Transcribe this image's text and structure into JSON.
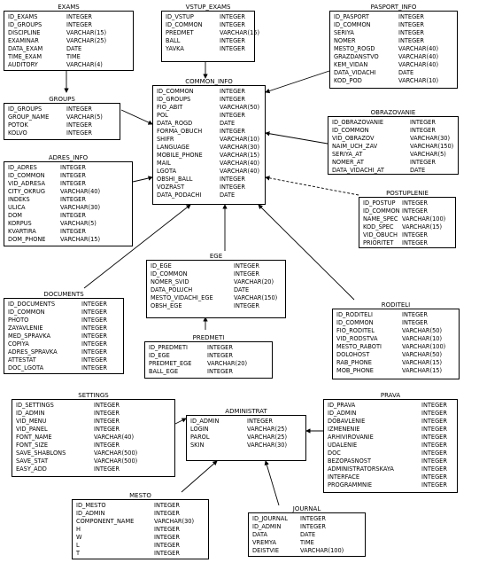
{
  "entities": [
    {
      "id": "exams",
      "title": "EXAMS",
      "fields": [
        [
          "ID_EXAMS",
          "INTEGER"
        ],
        [
          "ID_GROUPS",
          "INTEGER"
        ],
        [
          "DISCIPLINE",
          "VARCHAR(15)"
        ],
        [
          "EXAMINAR",
          "VARCHAR(25)"
        ],
        [
          "DATA_EXAM",
          "DATE"
        ],
        [
          "TIME_EXAM",
          "TIME"
        ],
        [
          "AUDITORY",
          "VARCHAR(4)"
        ]
      ]
    },
    {
      "id": "vstup_exams",
      "title": "VSTUP_EXAMS",
      "fields": [
        [
          "ID_VSTUP",
          "INTEGER"
        ],
        [
          "ID_COMMON",
          "INTEGER"
        ],
        [
          "PREDMET",
          "VARCHAR(15)"
        ],
        [
          "BALL",
          "INTEGER"
        ],
        [
          "YAVKA",
          "INTEGER"
        ]
      ]
    },
    {
      "id": "pasport_info",
      "title": "PASPORT_INFO",
      "fields": [
        [
          "ID_PASPORT",
          "INTEGER"
        ],
        [
          "ID_COMMON",
          "INTEGER"
        ],
        [
          "SERIYA",
          "INTEGER"
        ],
        [
          "NOMER",
          "INTEGER"
        ],
        [
          "MESTO_ROGD",
          "VARCHAR(40)"
        ],
        [
          "GRAZDANSTVO",
          "VARCHAR(40)"
        ],
        [
          "KEM_VIDAN",
          "VARCHAR(40)"
        ],
        [
          "DATA_VIDACHI",
          "DATE"
        ],
        [
          "KOD_POD",
          "VARCHAR(10)"
        ]
      ]
    },
    {
      "id": "groups",
      "title": "GROUPS",
      "fields": [
        [
          "ID_GROUPS",
          "INTEGER"
        ],
        [
          "GROUP_NAME",
          "VARCHAR(5)"
        ],
        [
          "POTOK",
          "INTEGER"
        ],
        [
          "KOLVO",
          "INTEGER"
        ]
      ]
    },
    {
      "id": "common_info",
      "title": "COMMON_INFO",
      "fields": [
        [
          "ID_COMMON",
          "INTEGER"
        ],
        [
          "ID_GROUPS",
          "INTEGER"
        ],
        [
          "FIO_ABIT",
          "VARCHAR(50)"
        ],
        [
          "POL",
          "INTEGER"
        ],
        [
          "DATA_ROGD",
          "DATE"
        ],
        [
          "FORMA_OBUCH",
          "INTEGER"
        ],
        [
          "SHIFR",
          "VARCHAR(10)"
        ],
        [
          "LANGUAGE",
          "VARCHAR(30)"
        ],
        [
          "MOBILE_PHONE",
          "VARCHAR(15)"
        ],
        [
          "MAIL",
          "VARCHAR(40)"
        ],
        [
          "LGOTA",
          "VARCHAR(40)"
        ],
        [
          "OBSHI_BALL",
          "INTEGER"
        ],
        [
          "VOZRAST",
          "INTEGER"
        ],
        [
          "DATA_PODACHI",
          "DATE"
        ]
      ]
    },
    {
      "id": "obrazovanie",
      "title": "OBRAZOVANIE",
      "fields": [
        [
          "ID_OBRAZOVANIE",
          "INTEGER"
        ],
        [
          "ID_COMMON",
          "INTEGER"
        ],
        [
          "VID_OBRAZOV",
          "VARCHAR(30)"
        ],
        [
          "NAIM_UCH_ZAV",
          "VARCHAR(150)"
        ],
        [
          "SERIYA_AT",
          "VARCHAR(5)"
        ],
        [
          "NOMER_AT",
          "INTEGER"
        ],
        [
          "DATA_VIDACHI_AT",
          "DATE"
        ]
      ]
    },
    {
      "id": "adres_info",
      "title": "ADRES_INFO",
      "fields": [
        [
          "ID_ADRES",
          "INTEGER"
        ],
        [
          "ID_COMMON",
          "INTEGER"
        ],
        [
          "VID_ADRESA",
          "INTEGER"
        ],
        [
          "CITY_OKRUG",
          "VARCHAR(40)"
        ],
        [
          "INDEKS",
          "INTEGER"
        ],
        [
          "ULICA",
          "VARCHAR(30)"
        ],
        [
          "DOM",
          "INTEGER"
        ],
        [
          "KORPUS",
          "VARCHAR(5)"
        ],
        [
          "KVARTIRA",
          "INTEGER"
        ],
        [
          "DOM_PHONE",
          "VARCHAR(15)"
        ]
      ]
    },
    {
      "id": "postuplenie",
      "title": "POSTUPLENIE",
      "fields": [
        [
          "ID_POSTUP",
          "INTEGER"
        ],
        [
          "ID_COMMON",
          "INTEGER"
        ],
        [
          "NAME_SPEC",
          "VARCHAR(100)"
        ],
        [
          "KOD_SPEC",
          "VARCHAR(15)"
        ],
        [
          "VID_OBUCH",
          "INTEGER"
        ],
        [
          "PRIORITET",
          "INTEGER"
        ]
      ]
    },
    {
      "id": "ege",
      "title": "EGE",
      "fields": [
        [
          "ID_EGE",
          "INTEGER"
        ],
        [
          "ID_COMMON",
          "INTEGER"
        ],
        [
          "NOMER_SVID",
          "VARCHAR(20)"
        ],
        [
          "DATA_POLUCH",
          "DATE"
        ],
        [
          "MESTO_VIDACHI_EGE",
          "VARCHAR(150)"
        ],
        [
          "OBSH_EGE",
          "INTEGER"
        ]
      ]
    },
    {
      "id": "documents",
      "title": "DOCUMENTS",
      "fields": [
        [
          "ID_DOCUMENTS",
          "INTEGER"
        ],
        [
          "ID_COMMON",
          "INTEGER"
        ],
        [
          "PHOTO",
          "INTEGER"
        ],
        [
          "ZAYAVLENIE",
          "INTEGER"
        ],
        [
          "MED_SPRAVKA",
          "INTEGER"
        ],
        [
          "COPIYA",
          "INTEGER"
        ],
        [
          "ADRES_SPRAVKA",
          "INTEGER"
        ],
        [
          "ATTESTAT",
          "INTEGER"
        ],
        [
          "DOC_LGOTA",
          "INTEGER"
        ]
      ]
    },
    {
      "id": "predmeti",
      "title": "PREDMETI",
      "fields": [
        [
          "ID_PREDMETI",
          "INTEGER"
        ],
        [
          "ID_EGE",
          "INTEGER"
        ],
        [
          "PREDMET_EGE",
          "VARCHAR(20)"
        ],
        [
          "BALL_EGE",
          "INTEGER"
        ]
      ]
    },
    {
      "id": "roditeli",
      "title": "RODITELI",
      "fields": [
        [
          "ID_RODITELI",
          "INTEGER"
        ],
        [
          "ID_COMMON",
          "INTEGER"
        ],
        [
          "FIO_RODITEL",
          "VARCHAR(50)"
        ],
        [
          "VID_RODSTVA",
          "VARCHAR(10)"
        ],
        [
          "MESTO_RABOTI",
          "VARCHAR(100)"
        ],
        [
          "DOLOHOST",
          "VARCHAR(50)"
        ],
        [
          "RAB_PHONE",
          "VARCHAR(15)"
        ],
        [
          "MOB_PHONE",
          "VARCHAR(15)"
        ]
      ]
    },
    {
      "id": "settings",
      "title": "SETTINGS",
      "fields": [
        [
          "ID_SETTINGS",
          "INTEGER"
        ],
        [
          "ID_ADMIN",
          "INTEGER"
        ],
        [
          "VID_MENU",
          "INTEGER"
        ],
        [
          "VID_PANEL",
          "INTEGER"
        ],
        [
          "FONT_NAME",
          "VARCHAR(40)"
        ],
        [
          "FONT_SIZE",
          "INTEGER"
        ],
        [
          "SAVE_SHABLONS",
          "VARCHAR(500)"
        ],
        [
          "SAVE_STAT",
          "VARCHAR(500)"
        ],
        [
          "EASY_ADD",
          "INTEGER"
        ]
      ]
    },
    {
      "id": "administrat",
      "title": "ADMINISTRAT",
      "fields": [
        [
          "ID_ADMIN",
          "INTEGER"
        ],
        [
          "LOGIN",
          "VARCHAR(25)"
        ],
        [
          "PAROL",
          "VARCHAR(25)"
        ],
        [
          "SKIN",
          "VARCHAR(30)"
        ]
      ]
    },
    {
      "id": "prava",
      "title": "PRAVA",
      "fields": [
        [
          "ID_PRAVA",
          "INTEGER"
        ],
        [
          "ID_ADMIN",
          "INTEGER"
        ],
        [
          "DOBAVLENIE",
          "INTEGER"
        ],
        [
          "IZMENENIE",
          "INTEGER"
        ],
        [
          "ARHIVIROVANIE",
          "INTEGER"
        ],
        [
          "UDALENIE",
          "INTEGER"
        ],
        [
          "DOC",
          "INTEGER"
        ],
        [
          "BEZOPASNOST",
          "INTEGER"
        ],
        [
          "ADMINISTRATORSKAYA",
          "INTEGER"
        ],
        [
          "INTERFACE",
          "INTEGER"
        ],
        [
          "PROGRAMMNIE",
          "INTEGER"
        ]
      ]
    },
    {
      "id": "mesto",
      "title": "MESTO",
      "fields": [
        [
          "ID_MESTO",
          "INTEGER"
        ],
        [
          "ID_ADMIN",
          "INTEGER"
        ],
        [
          "COMPONENT_NAME",
          "VARCHAR(30)"
        ],
        [
          "H",
          "INTEGER"
        ],
        [
          "W",
          "INTEGER"
        ],
        [
          "L",
          "INTEGER"
        ],
        [
          "T",
          "INTEGER"
        ]
      ]
    },
    {
      "id": "journal",
      "title": "JOURNAL",
      "fields": [
        [
          "ID_JOURNAL",
          "INTEGER"
        ],
        [
          "ID_ADMIN",
          "INTEGER"
        ],
        [
          "DATA",
          "DATE"
        ],
        [
          "VREMYA",
          "TIME"
        ],
        [
          "DEISTVIE",
          "VARCHAR(100)"
        ]
      ]
    }
  ]
}
